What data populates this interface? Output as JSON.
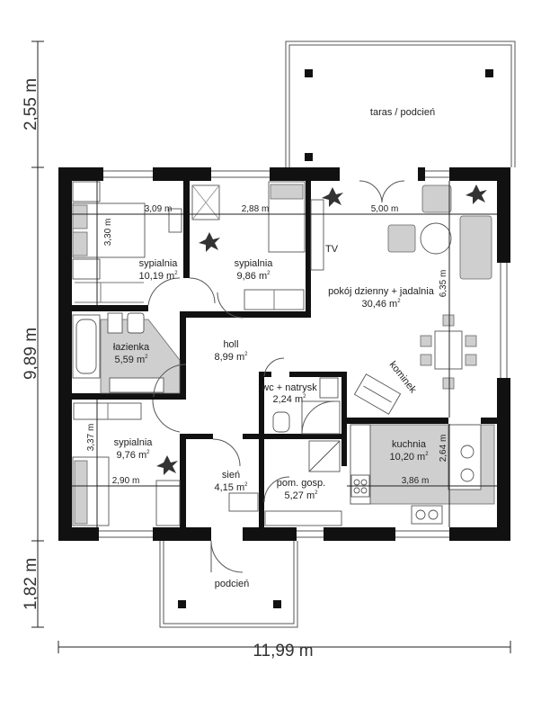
{
  "rooms": {
    "terrace": {
      "name": "taras / podcień"
    },
    "bedroom1": {
      "name": "sypialnia",
      "area": "10,19 m",
      "area_sup": "2"
    },
    "bedroom2": {
      "name": "sypialnia",
      "area": "9,86 m",
      "area_sup": "2"
    },
    "living": {
      "name": "pokój dzienny + jadalnia",
      "area": "30,46 m",
      "area_sup": "2"
    },
    "bathroom": {
      "name": "łazienka",
      "area": "5,59 m",
      "area_sup": "2"
    },
    "hall": {
      "name": "holl",
      "area": "8,99 m",
      "area_sup": "2"
    },
    "wc": {
      "name": "wc + natrysk",
      "area": "2,24 m",
      "area_sup": "2"
    },
    "bedroom3": {
      "name": "sypialnia",
      "area": "9,76 m",
      "area_sup": "2"
    },
    "vestibule": {
      "name": "sień",
      "area": "4,15 m",
      "area_sup": "2"
    },
    "utility": {
      "name": "pom. gosp.",
      "area": "5,27 m",
      "area_sup": "2"
    },
    "kitchen": {
      "name": "kuchnia",
      "area": "10,20 m",
      "area_sup": "2"
    },
    "porch": {
      "name": "podcień"
    }
  },
  "labels": {
    "tv": "TV",
    "fireplace": "kominek"
  },
  "inner_dimensions": {
    "b1_width": "3,09 m",
    "b1_depth": "3,30 m",
    "b2_width": "2,88 m",
    "living_width": "5,00 m",
    "living_depth": "6,35 m",
    "b3_depth": "3,37 m",
    "b3_width": "2,90 m",
    "kitchen_depth": "2,64 m",
    "kitchen_width": "3,86 m"
  },
  "outer_dimensions": {
    "terrace_depth": "2,55 m",
    "house_depth": "9,89 m",
    "porch_depth": "1,82 m",
    "house_width": "11,99 m"
  }
}
